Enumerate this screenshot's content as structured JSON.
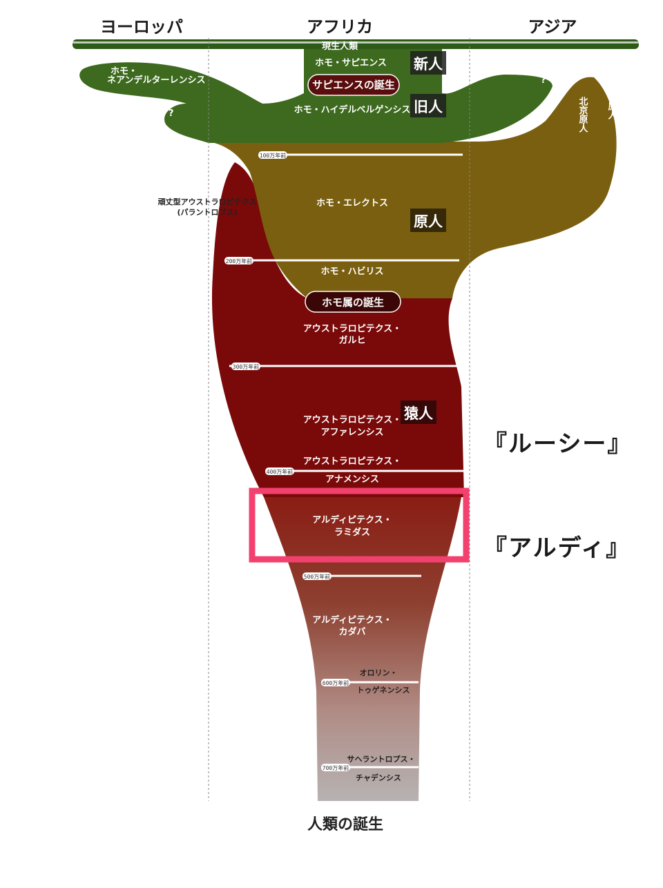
{
  "regions": {
    "europe": "ヨーロッパ",
    "africa": "アフリカ",
    "asia": "アジア"
  },
  "species": {
    "sapiens": "ホモ・サピエンス",
    "neanderthal_1": "ホモ・",
    "neanderthal_2": "ネアンデルターレンシス",
    "heidelbergensis": "ホモ・ハイデルベルゲンシス",
    "erectus": "ホモ・エレクトス",
    "java": "ジャワ原人",
    "peking": "北京原人",
    "robustus_1": "頑丈型アウストラロピテクス",
    "robustus_2": "(パラントロプス)",
    "habilis": "ホモ・ハビリス",
    "garhi_1": "アウストラロピテクス・",
    "garhi_2": "ガルヒ",
    "afarensis_1": "アウストラロピテクス・",
    "afarensis_2": "アファレンシス",
    "anamensis_1": "アウストラロピテクス・",
    "anamensis_2": "アナメンシス",
    "ramidus_1": "アルディピテクス・",
    "ramidus_2": "ラミダス",
    "kadabba_1": "アルディピテクス・",
    "kadabba_2": "カダバ",
    "orrorin_1": "オロリン・",
    "orrorin_2": "トゥゲネンシス",
    "sahelanthropus_1": "サヘラントロプス・",
    "sahelanthropus_2": "チャデンシス"
  },
  "eras": {
    "new": "新人",
    "old": "旧人",
    "proto": "原人",
    "ape": "猿人"
  },
  "pills": {
    "sapiens_birth": "サピエンスの誕生",
    "homo_birth": "ホモ属の誕生"
  },
  "ticks": {
    "t1": "100万年前",
    "t2": "200万年前",
    "t3": "300万年前",
    "t4": "400万年前",
    "t5": "500万年前",
    "t6": "600万年前",
    "t7": "700万年前"
  },
  "top_band": "現生人類",
  "question": "?",
  "callouts": {
    "lucy": "『ルーシー』",
    "ardi": "『アルディ』"
  },
  "footer": "人類の誕生",
  "colors": {
    "highlight": "#f2416e",
    "green": "#3d6a1e",
    "olive": "#7a5f10",
    "maroon": "#7a0a0a"
  }
}
